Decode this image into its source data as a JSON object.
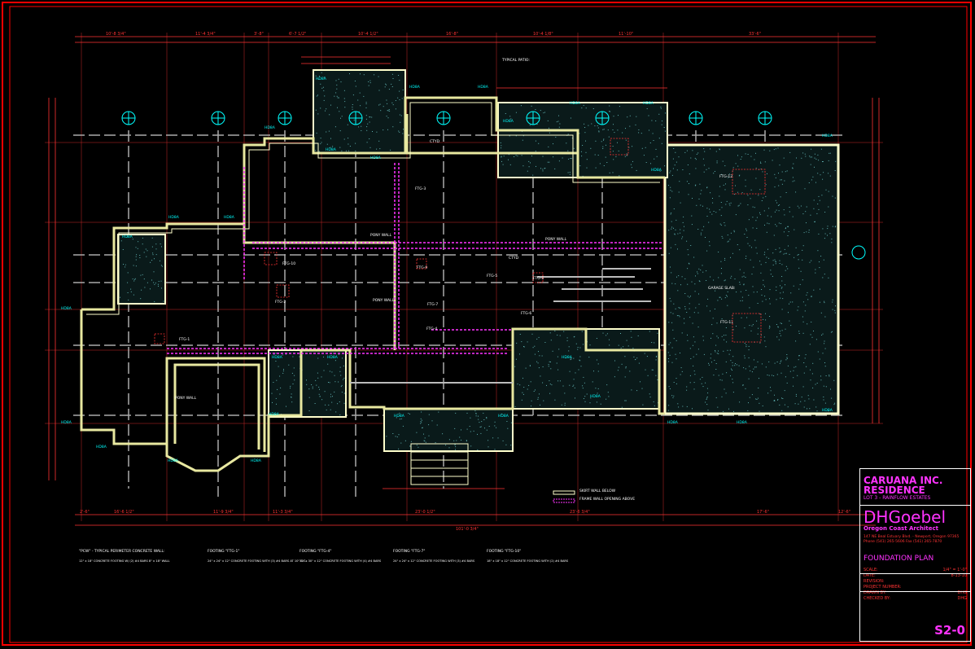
{
  "title_block": {
    "project_line1": "CARUANA INC.",
    "project_line2": "RESIDENCE",
    "project_sub": "LOT 3 - RAINFLOW ESTATES",
    "firm": "DHGoebel",
    "firm_tag": "Oregon Coast Architect",
    "address_line1": "147 NE Beal Estuary Blvd. - Newport, Oregon 97365",
    "address_line2": "Phone (541) 265-5606    Fax (541) 265-7870",
    "sheet_title": "FOUNDATION PLAN",
    "scale_label": "SCALE:",
    "scale_value": "1/4\" = 1'-0\"",
    "date_label": "DATE:",
    "date_value": "8-13-10",
    "revision_label": "REVISION:",
    "revision_value": "",
    "project_number_label": "PROJECT NUMBER:",
    "project_number_value": "",
    "drawn_label": "DRAWN BY:",
    "drawn_value": "DHG",
    "checked_label": "CHECKED BY:",
    "checked_value": "DHG",
    "sheet_number": "S2-0"
  },
  "legend": {
    "item1": "SKIRT WALL BELOW",
    "item2": "FRAME WALL OPENING ABOVE"
  },
  "dimensions": {
    "top": [
      "10'-8 3/4\"",
      "11'-4 3/4\"",
      "3'-8\"",
      "6'-7 1/2\"",
      "10'-4 1/2\"",
      "16'-8\"",
      "10'-4 1/8\"",
      "11'-10\"",
      "33'-6\""
    ],
    "bottom": [
      "2'-6\"",
      "16'-6 1/2\"",
      "11'-9 3/4\"",
      "11'-3 3/4\"",
      "23'-0 1/2\"",
      "23'-6 3/4\"",
      "17'-6\"",
      "12'-6\""
    ],
    "overall": "101'-0 3/4\""
  },
  "labels": {
    "hd": "HD8A",
    "footings": [
      "FTG-1",
      "FTG-2",
      "FTG-3",
      "FTG-4",
      "FTG-5",
      "FTG-6",
      "FTG-7",
      "FTG-8",
      "FTG-9",
      "FTG-10",
      "FTG-11",
      "FTG-12"
    ],
    "pony": "PONY WALL",
    "ctyd": "CTYD",
    "garage": "GARAGE SLAB:",
    "typical_patio": "TYPICAL PATIO:"
  },
  "notes": [
    {
      "head": "\"PCW\" - TYPICAL PERIMETER CONCRETE WALL:",
      "body": "12\" x 18\" CONCRETE FOOTING W/ (2) #4 BARS 8\" x 18\" WALL"
    },
    {
      "head": "FOOTING \"FTG-1\"",
      "body": "24\" x 24\" x 12\" CONCRETE FOOTING WITH (3) #4 BARS AT 10\" O.C."
    },
    {
      "head": "FOOTING \"FTG-4\"",
      "body": "30\" x 30\" x 12\" CONCRETE FOOTING WITH (4) #4 BARS"
    },
    {
      "head": "FOOTING \"FTG-7\"",
      "body": "24\" x 24\" x 12\" CONCRETE FOOTING WITH (3) #4 BARS"
    },
    {
      "head": "FOOTING \"FTG-10\"",
      "body": "18\" x 18\" x 12\" CONCRETE FOOTING WITH (2) #4 BARS"
    }
  ]
}
